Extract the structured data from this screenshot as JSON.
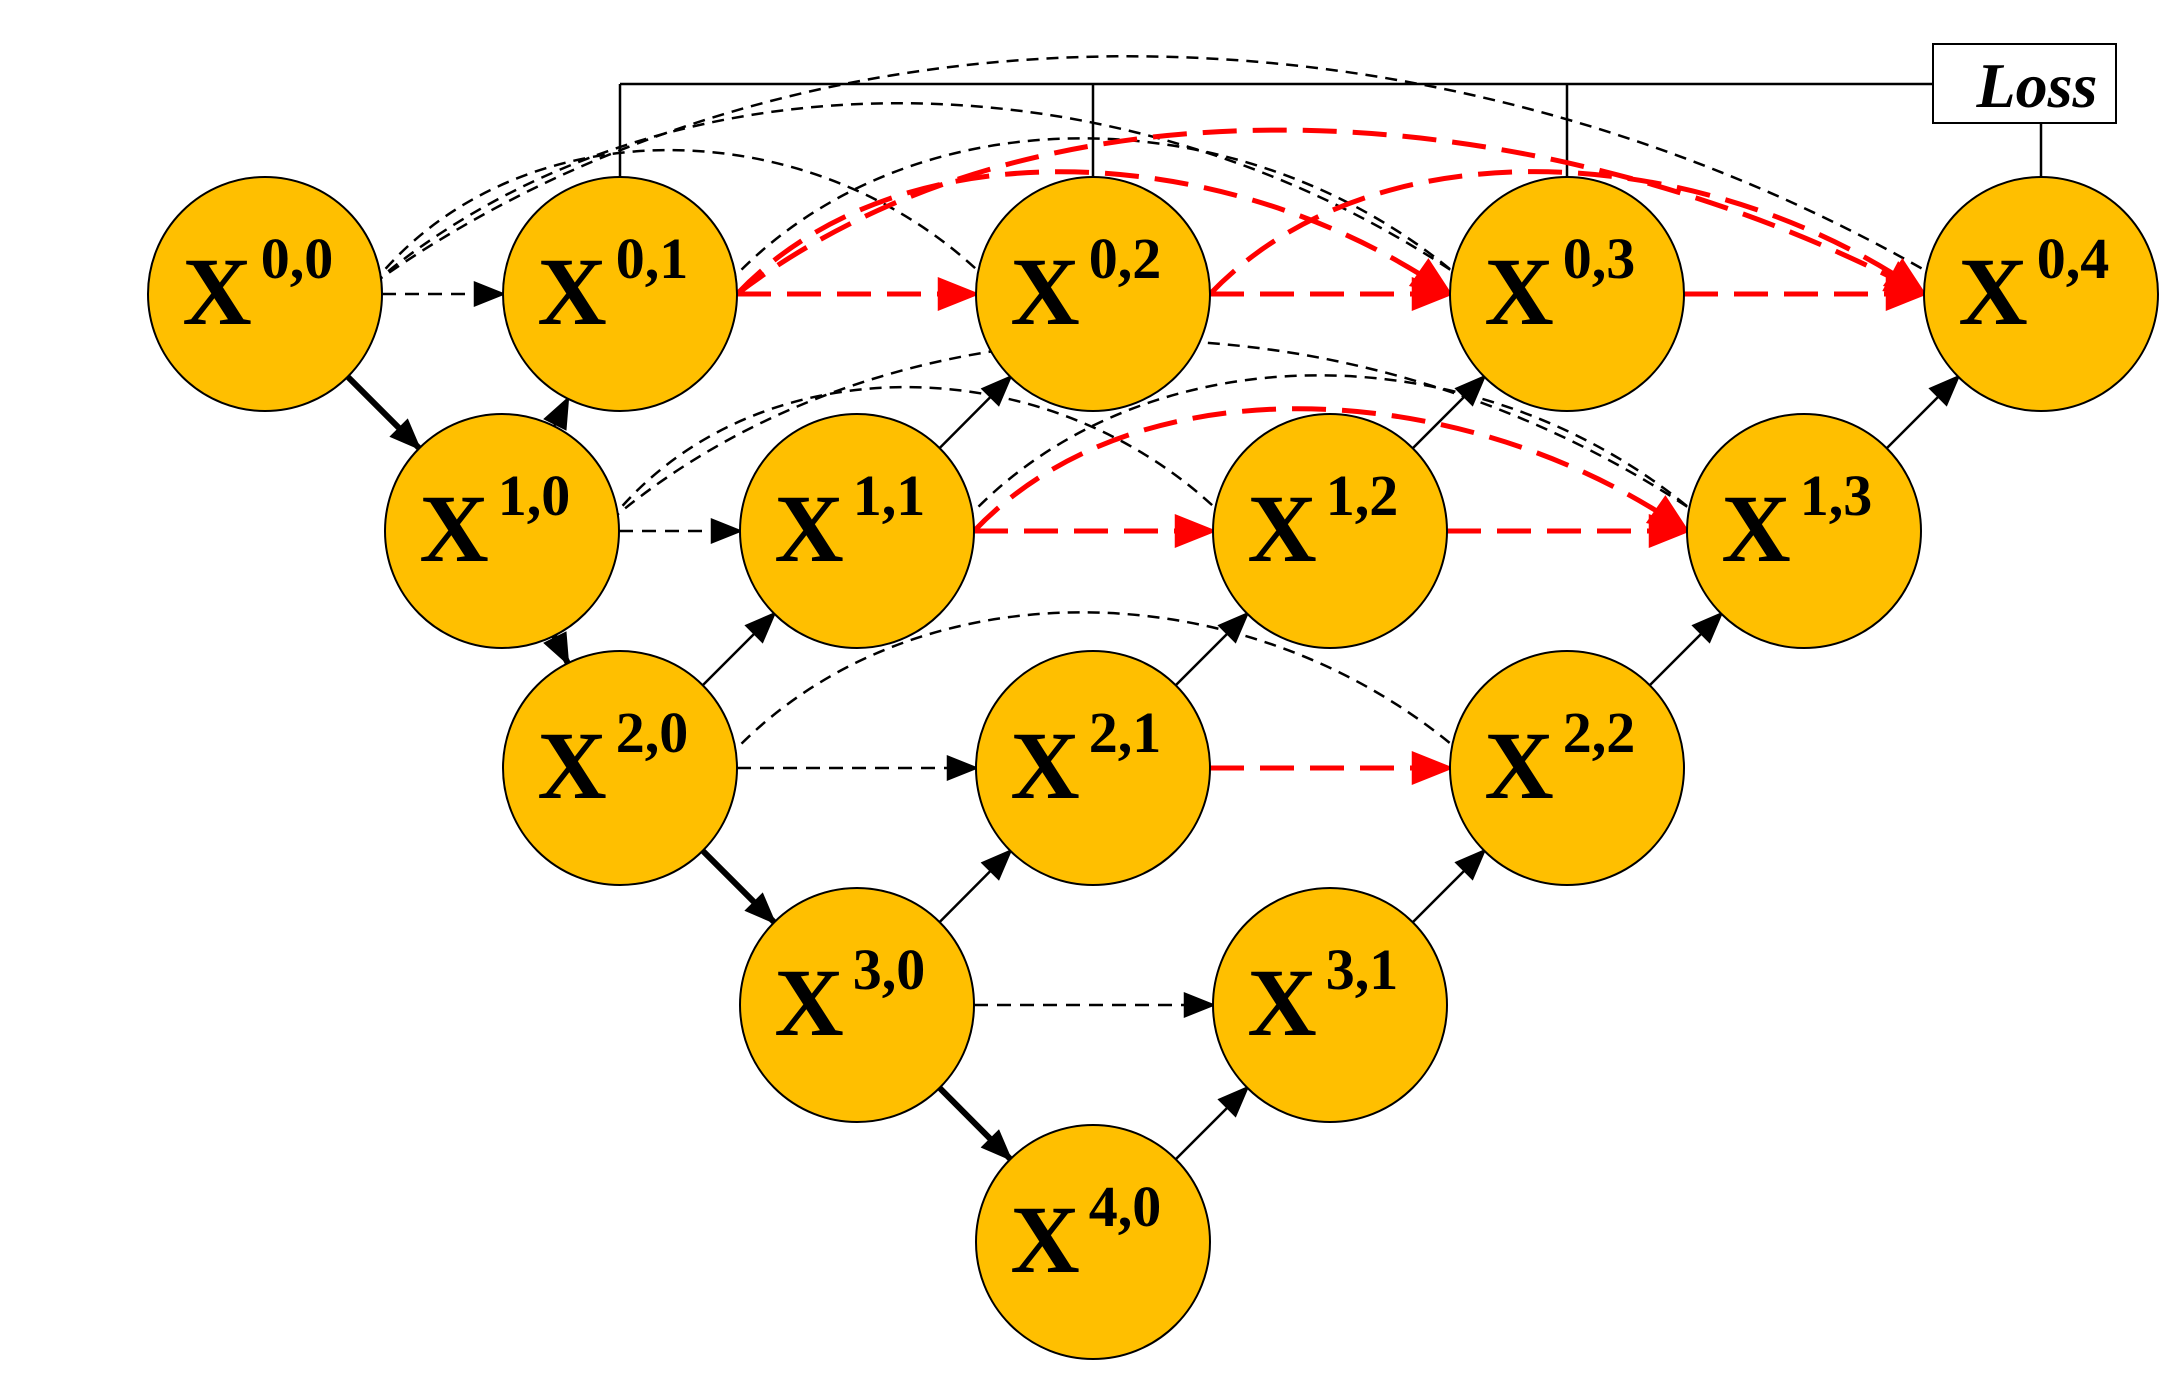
{
  "diagram": {
    "colors": {
      "node_fill": "#FFBF00",
      "node_stroke": "#000000",
      "edge_black": "#000000",
      "edge_red": "#FF0000",
      "loss_box_fill": "#FFFFFF"
    },
    "loss_label": "Loss",
    "nodes": [
      {
        "id": "X00",
        "base": "X",
        "sup": "0,0"
      },
      {
        "id": "X01",
        "base": "X",
        "sup": "0,1"
      },
      {
        "id": "X02",
        "base": "X",
        "sup": "0,2"
      },
      {
        "id": "X03",
        "base": "X",
        "sup": "0,3"
      },
      {
        "id": "X04",
        "base": "X",
        "sup": "0,4"
      },
      {
        "id": "X10",
        "base": "X",
        "sup": "1,0"
      },
      {
        "id": "X11",
        "base": "X",
        "sup": "1,1"
      },
      {
        "id": "X12",
        "base": "X",
        "sup": "1,2"
      },
      {
        "id": "X13",
        "base": "X",
        "sup": "1,3"
      },
      {
        "id": "X20",
        "base": "X",
        "sup": "2,0"
      },
      {
        "id": "X21",
        "base": "X",
        "sup": "2,1"
      },
      {
        "id": "X22",
        "base": "X",
        "sup": "2,2"
      },
      {
        "id": "X30",
        "base": "X",
        "sup": "3,0"
      },
      {
        "id": "X31",
        "base": "X",
        "sup": "3,1"
      },
      {
        "id": "X40",
        "base": "X",
        "sup": "4,0"
      }
    ],
    "edges": {
      "down": [
        [
          "X00",
          "X10"
        ],
        [
          "X10",
          "X20"
        ],
        [
          "X20",
          "X30"
        ],
        [
          "X30",
          "X40"
        ]
      ],
      "up": [
        [
          "X10",
          "X01"
        ],
        [
          "X20",
          "X11"
        ],
        [
          "X11",
          "X02"
        ],
        [
          "X30",
          "X21"
        ],
        [
          "X21",
          "X12"
        ],
        [
          "X12",
          "X03"
        ],
        [
          "X40",
          "X31"
        ],
        [
          "X31",
          "X22"
        ],
        [
          "X22",
          "X13"
        ],
        [
          "X13",
          "X04"
        ]
      ],
      "skip_black": [
        [
          "X00",
          "X01"
        ],
        [
          "X10",
          "X11"
        ],
        [
          "X20",
          "X21"
        ],
        [
          "X30",
          "X31"
        ]
      ],
      "long_black": [
        [
          "X00",
          "X02"
        ],
        [
          "X00",
          "X03"
        ],
        [
          "X00",
          "X04"
        ],
        [
          "X10",
          "X12"
        ],
        [
          "X10",
          "X13"
        ],
        [
          "X20",
          "X22"
        ],
        [
          "X01",
          "X03"
        ],
        [
          "X11",
          "X13"
        ]
      ],
      "red": [
        [
          "X01",
          "X02"
        ],
        [
          "X01",
          "X03"
        ],
        [
          "X01",
          "X04"
        ],
        [
          "X02",
          "X03"
        ],
        [
          "X02",
          "X04"
        ],
        [
          "X03",
          "X04"
        ],
        [
          "X11",
          "X12"
        ],
        [
          "X11",
          "X13"
        ],
        [
          "X12",
          "X13"
        ],
        [
          "X21",
          "X22"
        ]
      ]
    },
    "loss_connections": [
      "X01",
      "X02",
      "X03",
      "X04"
    ]
  }
}
